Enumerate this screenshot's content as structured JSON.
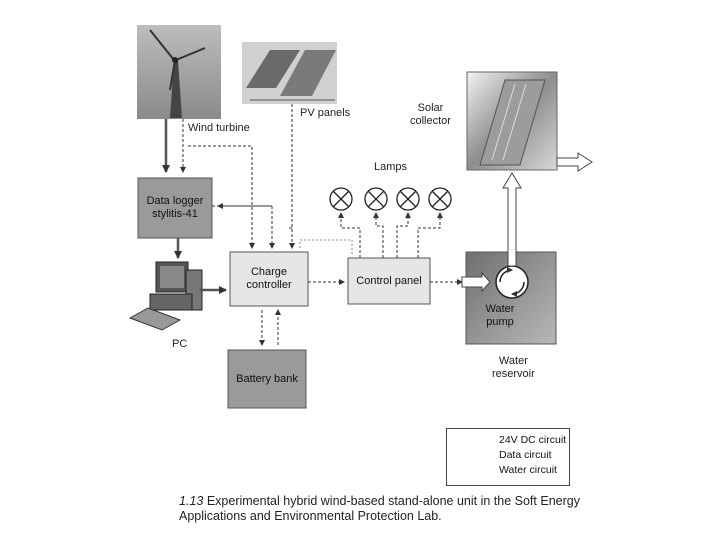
{
  "labels": {
    "wind_turbine": "Wind turbine",
    "pv_panels": "PV panels",
    "solar_collector": "Solar\ncollector",
    "lamps": "Lamps",
    "pc": "PC",
    "water_reservoir": "Water\nreservoir"
  },
  "boxes": {
    "data_logger": "Data logger\nstylitis-41",
    "charge_controller": "Charge\ncontroller",
    "control_panel": "Control panel",
    "battery_bank": "Battery bank",
    "water_pump": "Water\npump"
  },
  "legend": {
    "dc_circuit": "24V DC circuit",
    "data_circuit": "Data circuit",
    "water_circuit": "Water circuit"
  },
  "caption": {
    "number": "1.13",
    "text": "Experimental hybrid wind-based stand-alone unit in the Soft Energy Applications and Environmental Protection Lab."
  },
  "colors": {
    "box_fill": "#9a9a9a",
    "box_light": "#e6e6e6",
    "line": "#333333"
  }
}
